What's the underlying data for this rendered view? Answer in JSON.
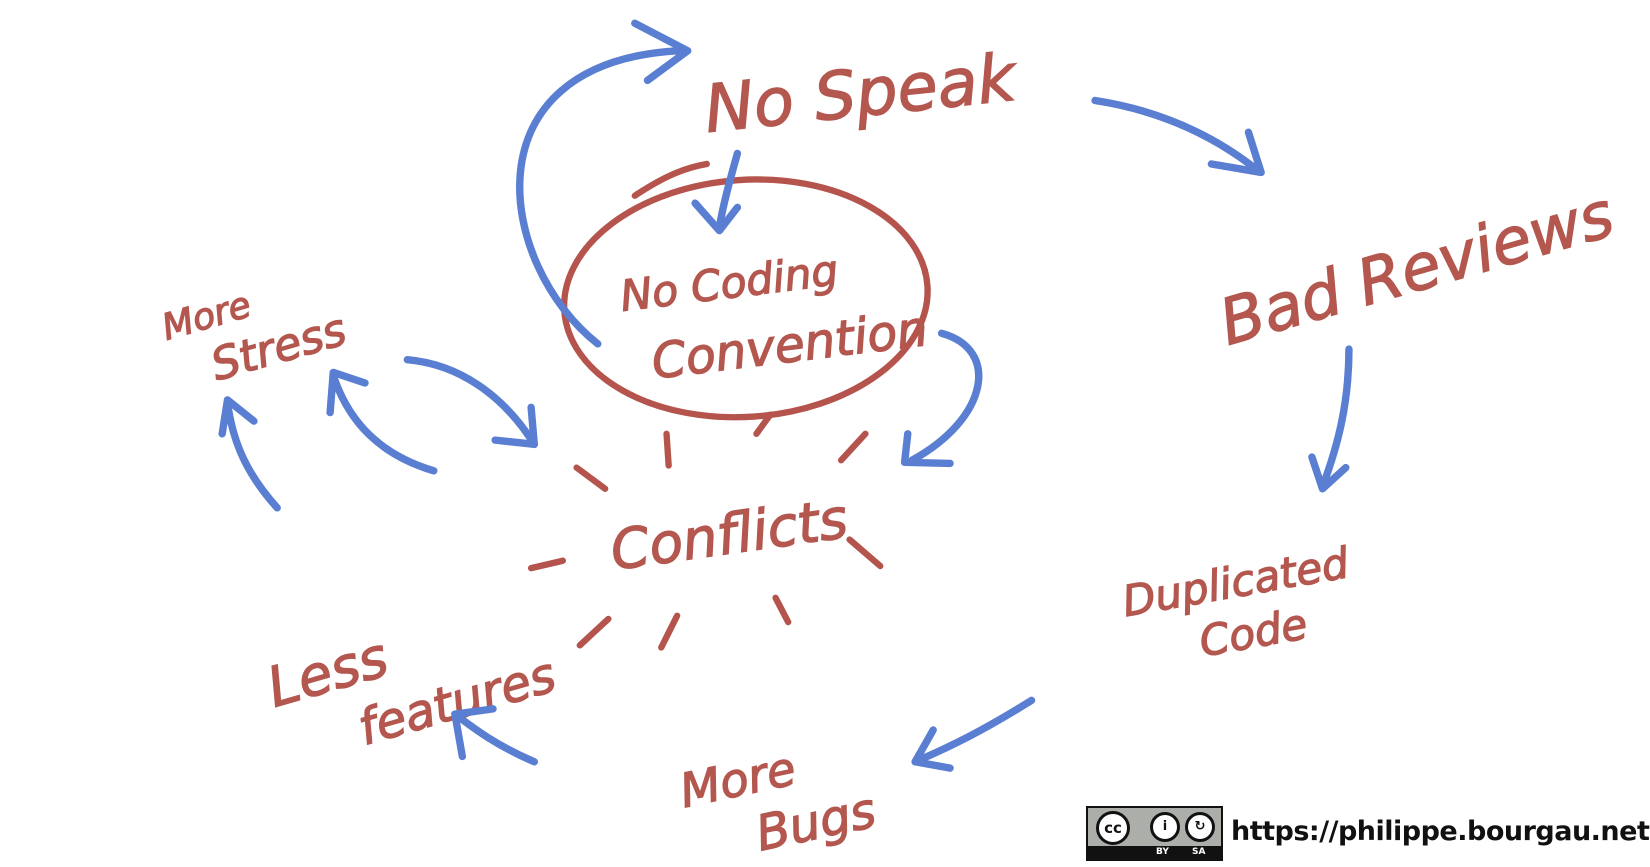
{
  "nodes": {
    "no_speak": "No Speak",
    "center_line1": "No Coding",
    "center_line2": "Convention",
    "bad_reviews": "Bad Reviews",
    "duplicated_line1": "Duplicated",
    "duplicated_line2": "Code",
    "more_bugs_line1": "More",
    "more_bugs_line2": "Bugs",
    "less_features_line1": "Less",
    "less_features_line2": "features",
    "more_stress_line1": "More",
    "more_stress_line2": "Stress",
    "conflicts": "Conflicts"
  },
  "license": {
    "cc": "cc",
    "by": "BY",
    "sa": "SA",
    "url": "https://philippe.bourgau.net"
  },
  "colors": {
    "text": "#b3574f",
    "arrows": "#5a7fd2"
  }
}
